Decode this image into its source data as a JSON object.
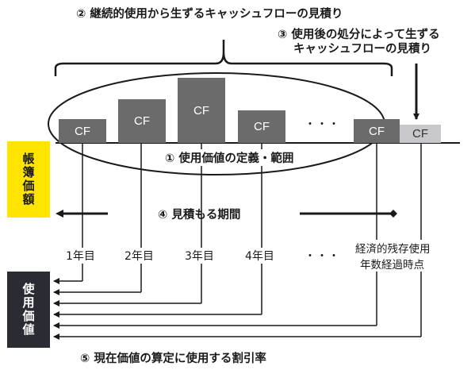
{
  "title_estimate_continuous": "② 継続的使用から生ずるキャッシュフローの見積り",
  "title_estimate_disposal_line1": "③ 使用後の処分によって生ずる",
  "title_estimate_disposal_line2": "キャッシュフローの見積り",
  "label_definition": "① 使用価値の定義・範囲",
  "label_period": "④ 見積もる期間",
  "label_discount_rate": "⑤ 現在価値の算定に使用する割引率",
  "book_value_label": "帳簿価額",
  "value_in_use_label": "使用価値",
  "cf_label": "CF",
  "ellipsis": "・・・",
  "years": [
    "1年目",
    "2年目",
    "3年目",
    "4年目"
  ],
  "end_period_line1": "経済的残存使用",
  "end_period_line2": "年数経過時点",
  "colors": {
    "bar_dark": "#6b6b6b",
    "bar_light": "#c8c8cc",
    "book_value_bg": "#ffe400",
    "value_in_use_bg": "#2b2b33",
    "line": "#1a1a1a"
  }
}
